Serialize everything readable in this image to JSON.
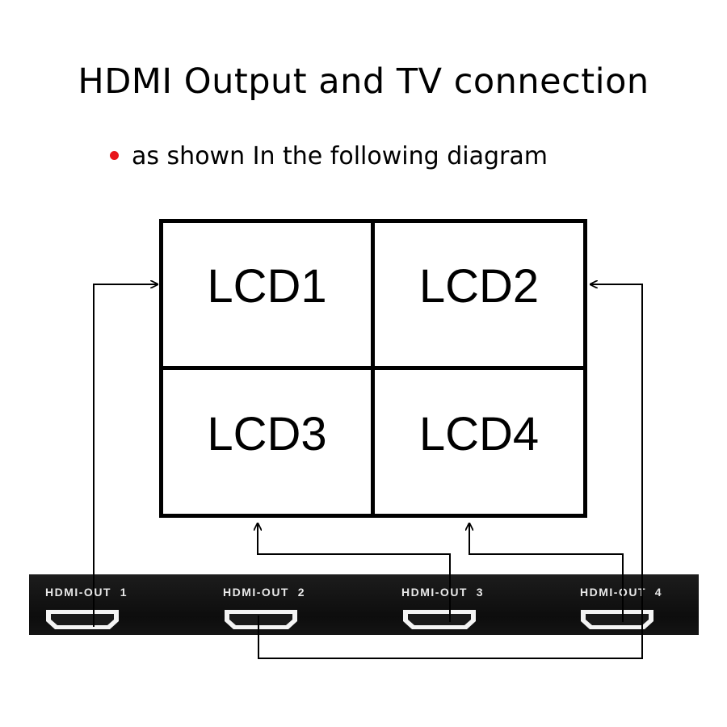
{
  "title": "HDMI Output and TV connection",
  "subtitle": "as shown In the following diagram",
  "colors": {
    "bullet": "#e8151b",
    "device_body": "#141414",
    "port_fill": "#f4f4f4",
    "port_inner": "#1a1a1a",
    "wire": "#000000"
  },
  "screens": [
    {
      "label": "LCD1"
    },
    {
      "label": "LCD2"
    },
    {
      "label": "LCD3"
    },
    {
      "label": "LCD4"
    }
  ],
  "ports": [
    {
      "label": "HDMI-OUT  1",
      "connects_to": "LCD1"
    },
    {
      "label": "HDMI-OUT  2",
      "connects_to": "LCD2"
    },
    {
      "label": "HDMI-OUT  3",
      "connects_to": "LCD3"
    },
    {
      "label": "HDMI-OUT  4",
      "connects_to": "LCD4"
    }
  ]
}
